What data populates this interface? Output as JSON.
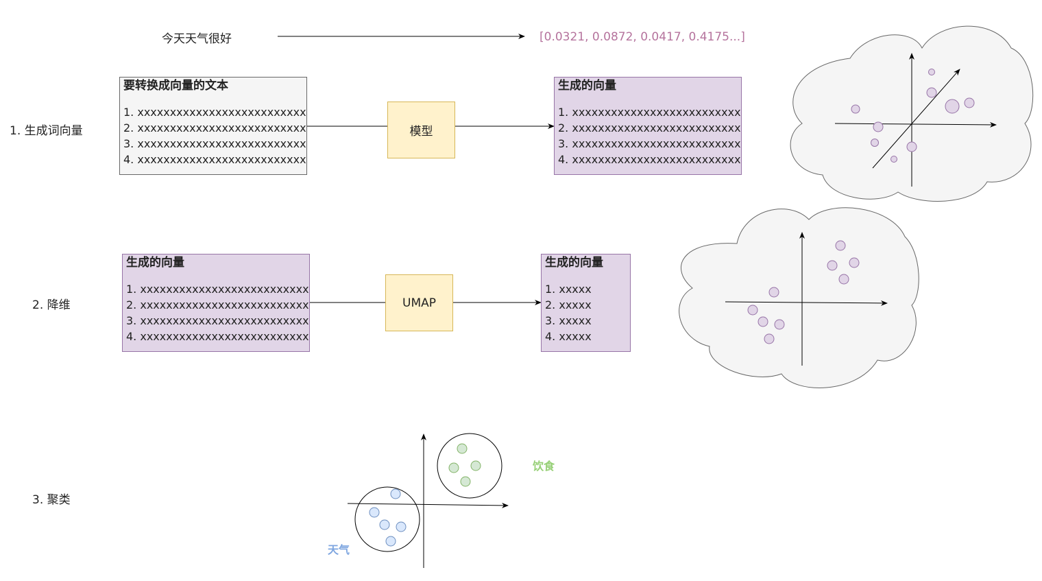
{
  "example": {
    "sentence": "今天天气很好",
    "vector": "[0.0321, 0.0872, 0.0417, 0.4175...]",
    "vector_color": "#b5739d"
  },
  "steps": [
    {
      "label": "1. 生成词向量"
    },
    {
      "label": "2. 降维"
    },
    {
      "label": "3. 聚类"
    }
  ],
  "step1": {
    "input_box": {
      "title": "要转换成向量的文本",
      "items": [
        "1. xxxxxxxxxxxxxxxxxxxxxxxxxx",
        "2. xxxxxxxxxxxxxxxxxxxxxxxxxx",
        "3. xxxxxxxxxxxxxxxxxxxxxxxxxx",
        "4. xxxxxxxxxxxxxxxxxxxxxxxxxx"
      ]
    },
    "model_label": "模型",
    "output_box": {
      "title": "生成的向量",
      "items": [
        "1. xxxxxxxxxxxxxxxxxxxxxxxxxx",
        "2. xxxxxxxxxxxxxxxxxxxxxxxxxx",
        "3. xxxxxxxxxxxxxxxxxxxxxxxxxx",
        "4. xxxxxxxxxxxxxxxxxxxxxxxxxx"
      ]
    }
  },
  "step2": {
    "input_box": {
      "title": "生成的向量",
      "items": [
        "1. xxxxxxxxxxxxxxxxxxxxxxxxxx",
        "2. xxxxxxxxxxxxxxxxxxxxxxxxxx",
        "3. xxxxxxxxxxxxxxxxxxxxxxxxxx",
        "4. xxxxxxxxxxxxxxxxxxxxxxxxxx"
      ]
    },
    "umap_label": "UMAP",
    "output_box": {
      "title": "生成的向量",
      "items": [
        "1. xxxxx",
        "2. xxxxx",
        "3. xxxxx",
        "4. xxxxx"
      ]
    }
  },
  "step3": {
    "cluster_food": {
      "label": "饮食",
      "color": "#97d077"
    },
    "cluster_weather": {
      "label": "天气",
      "color": "#7ea6e0"
    }
  },
  "colors": {
    "point_fill": "#e1d5e7",
    "point_stroke": "#9673a6",
    "cloud_fill": "#f5f5f5",
    "green_fill": "#d5e8d4",
    "green_stroke": "#82b366",
    "blue_fill": "#dae8fc",
    "blue_stroke": "#6c8ebf"
  }
}
